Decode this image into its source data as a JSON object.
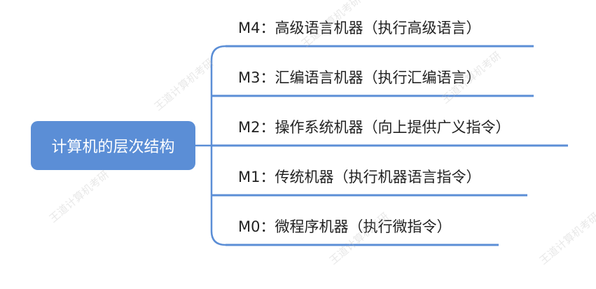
{
  "root": {
    "label": "计算机的层次结构"
  },
  "branches": [
    {
      "level": "M4",
      "label": "M4：高级语言机器（执行高级语言）"
    },
    {
      "level": "M3",
      "label": "M3：汇编语言机器（执行汇编语言）"
    },
    {
      "level": "M2",
      "label": "M2：操作系统机器（向上提供广义指令）"
    },
    {
      "level": "M1",
      "label": "M1：传统机器（执行机器语言指令）"
    },
    {
      "level": "M0",
      "label": "M0：微程序机器（执行微指令）"
    }
  ],
  "colors": {
    "accent": "#5b8ed6",
    "text": "#222222",
    "background": "#ffffff"
  },
  "watermark": {
    "text": "王道计算机考研"
  }
}
